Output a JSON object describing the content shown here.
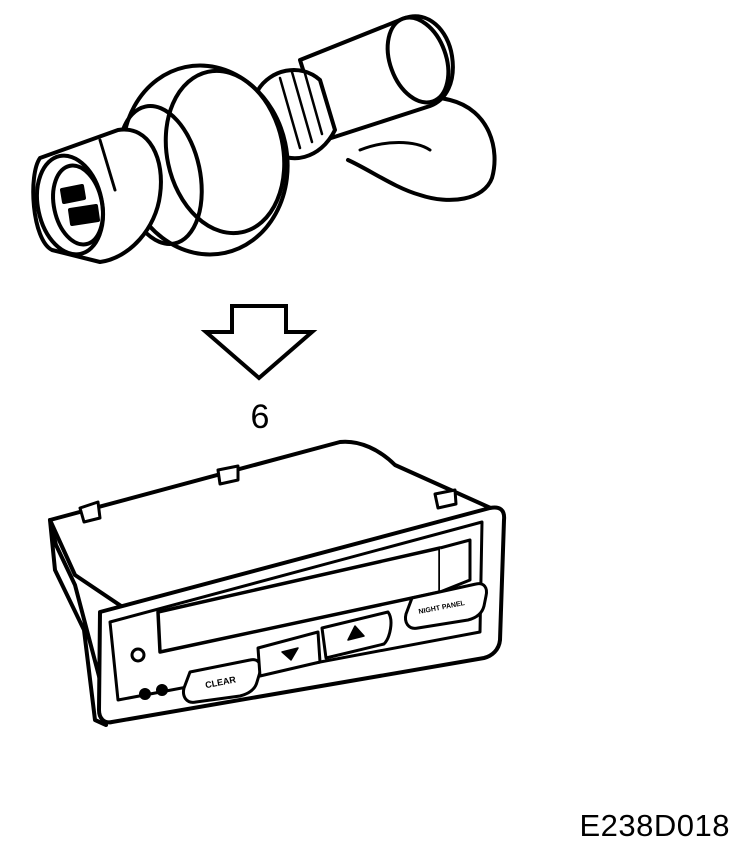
{
  "step_number": "6",
  "figure_code": "E238D018",
  "panel_buttons": {
    "clear": "CLEAR",
    "night_panel": "NIGHT PANEL"
  }
}
